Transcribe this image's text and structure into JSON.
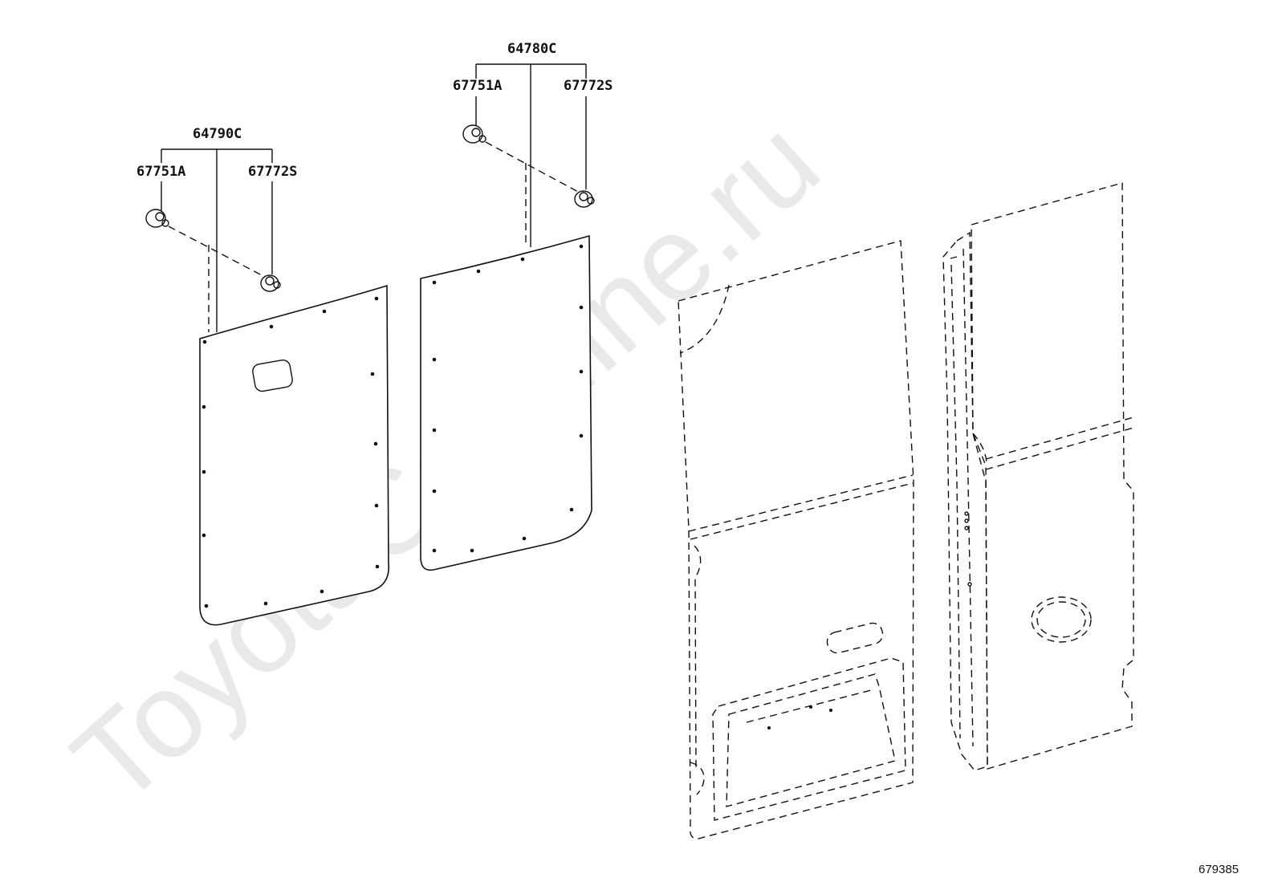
{
  "watermark": "ToyotaCarMine.ru",
  "figure_number": "679385",
  "left_assembly": {
    "parent_part": "64790C",
    "clip_part": "67751A",
    "fastener_part": "67772S"
  },
  "right_assembly": {
    "parent_part": "64780C",
    "clip_part": "67751A",
    "fastener_part": "67772S"
  }
}
